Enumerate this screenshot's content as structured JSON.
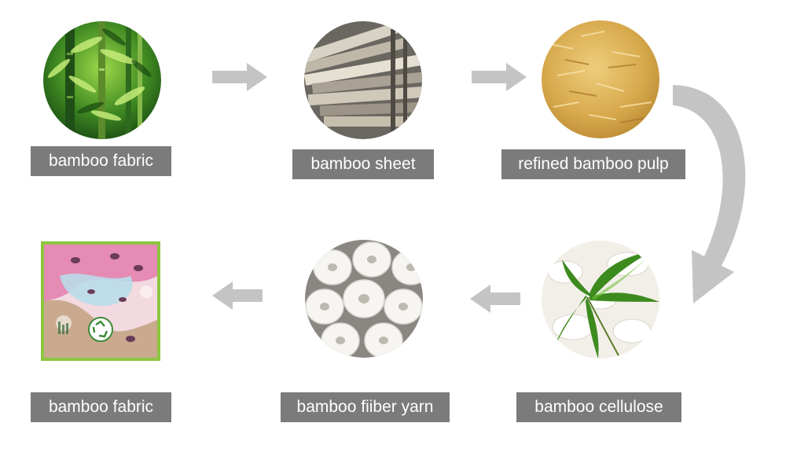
{
  "steps": [
    {
      "id": "bamboo",
      "label": "bamboo fabric",
      "icon": "bamboo-forest-photo"
    },
    {
      "id": "sheet",
      "label": "bamboo sheet",
      "icon": "bamboo-sheet-photo"
    },
    {
      "id": "pulp",
      "label": "refined bamboo pulp",
      "icon": "bamboo-pulp-photo"
    },
    {
      "id": "cellulose",
      "label": "bamboo cellulose",
      "icon": "bamboo-cellulose-photo"
    },
    {
      "id": "yarn",
      "label": "bamboo fiiber yarn",
      "icon": "yarn-cones-photo"
    },
    {
      "id": "fabric",
      "label": "bamboo fabric",
      "icon": "printed-fabric-photo"
    }
  ],
  "colors": {
    "label_bg": "#7b7b7b",
    "label_text": "#ffffff",
    "arrow": "#c4c4c4",
    "frame": "#8cc63f"
  }
}
